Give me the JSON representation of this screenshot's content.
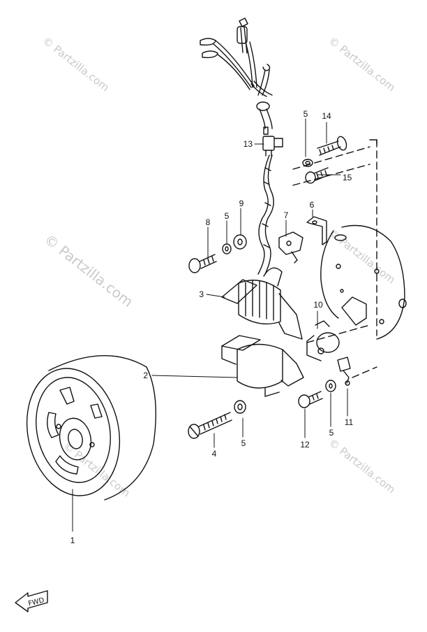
{
  "watermark": {
    "text": "© Partzilla.com"
  },
  "callouts": [
    {
      "id": "1",
      "label": "1"
    },
    {
      "id": "2",
      "label": "2"
    },
    {
      "id": "3",
      "label": "3"
    },
    {
      "id": "4",
      "label": "4"
    },
    {
      "id": "5a",
      "label": "5"
    },
    {
      "id": "5b",
      "label": "5"
    },
    {
      "id": "5c",
      "label": "5"
    },
    {
      "id": "5d",
      "label": "5"
    },
    {
      "id": "6",
      "label": "6"
    },
    {
      "id": "7",
      "label": "7"
    },
    {
      "id": "8",
      "label": "8"
    },
    {
      "id": "9",
      "label": "9"
    },
    {
      "id": "10",
      "label": "10"
    },
    {
      "id": "11",
      "label": "11"
    },
    {
      "id": "12",
      "label": "12"
    },
    {
      "id": "13",
      "label": "13"
    },
    {
      "id": "14",
      "label": "14"
    },
    {
      "id": "15",
      "label": "15"
    }
  ],
  "direction_badge": {
    "label": "FWD",
    "icon": "arrow-left-icon"
  },
  "colors": {
    "ink": "#111111",
    "watermark": "#c9c9c9",
    "background": "#ffffff"
  }
}
